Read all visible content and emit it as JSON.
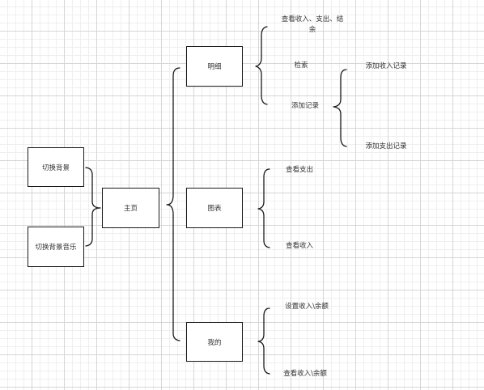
{
  "nodes": {
    "switch_background": "切换背景",
    "switch_music": "切换背景音乐",
    "home": "主页",
    "details": "明细",
    "chart": "图表",
    "mine": "我的"
  },
  "labels": {
    "view_income_expense_balance_line1": "查看收入、支出、结",
    "view_income_expense_balance_line2": "余",
    "search": "检索",
    "add_record": "添加记录",
    "add_income_record": "添加收入记录",
    "add_expense_record": "添加支出记录",
    "view_expense": "查看支出",
    "view_income": "查看收入",
    "set_income_balance": "设置收入\\余额",
    "view_income_balance": "查看收入\\余额"
  },
  "colors": {
    "stroke": "#1a1a1a",
    "text": "#333333",
    "grid_major": "#d6d6d6",
    "grid_minor": "#efefef"
  }
}
